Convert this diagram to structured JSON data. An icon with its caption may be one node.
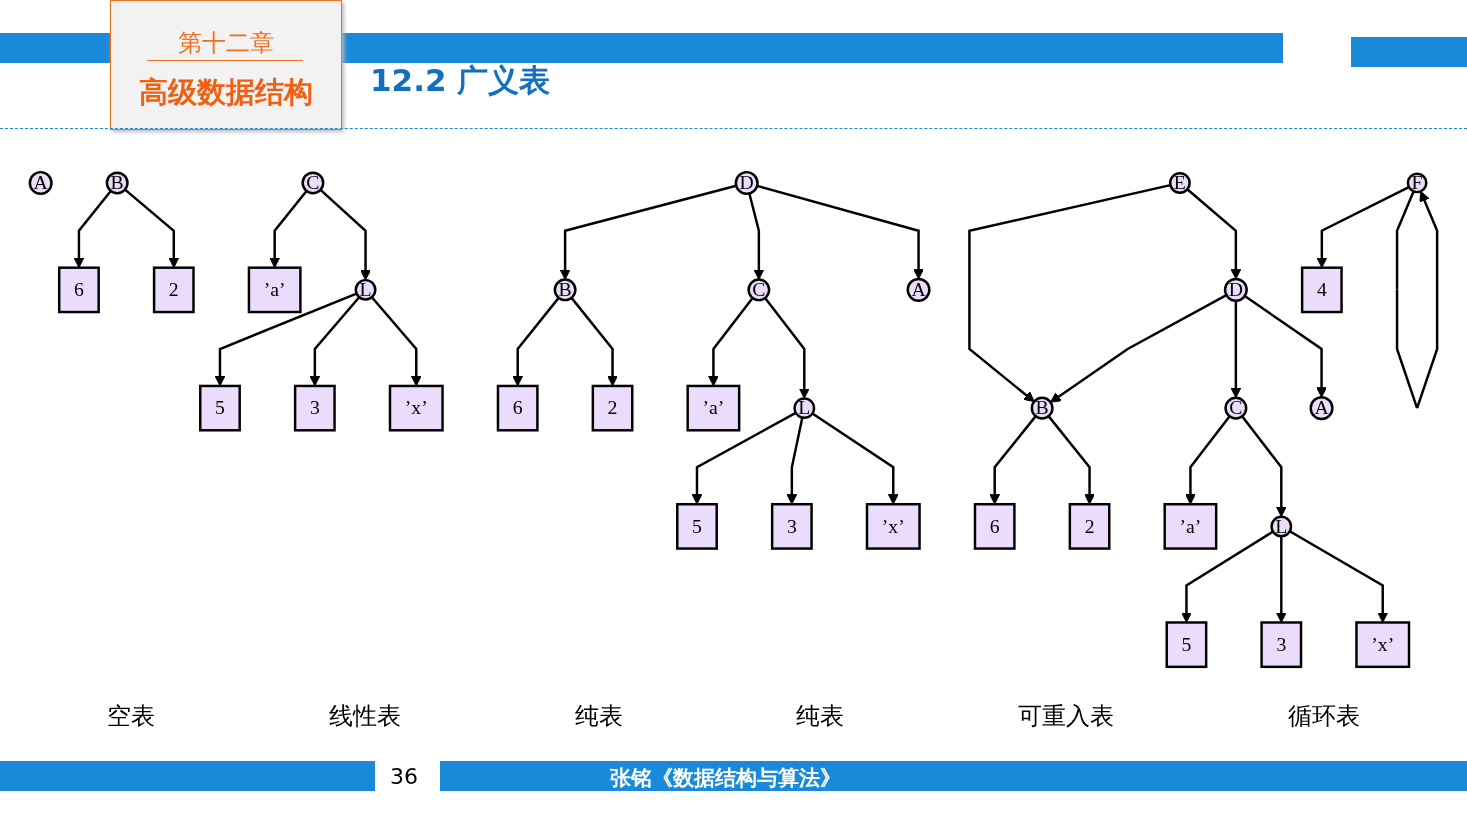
{
  "diagram": {
    "title": "12.2 广义表",
    "nodes": [
      {
        "text": [
          "A"
        ]
      },
      {
        "text": [
          "B"
        ]
      },
      {
        "text": [
          "6"
        ]
      },
      {
        "text": [
          "2"
        ]
      },
      {
        "text": [
          "C"
        ]
      },
      {
        "text": [
          "’a’"
        ]
      },
      {
        "text": [
          "L"
        ]
      },
      {
        "text": [
          "5"
        ]
      },
      {
        "text": [
          "3"
        ]
      },
      {
        "text": [
          "’x’"
        ]
      },
      {
        "text": [
          "D"
        ]
      },
      {
        "text": [
          "B"
        ]
      },
      {
        "text": [
          "C"
        ]
      },
      {
        "text": [
          "A"
        ]
      },
      {
        "text": [
          "6"
        ]
      },
      {
        "text": [
          "2"
        ]
      },
      {
        "text": [
          "’a’"
        ]
      },
      {
        "text": [
          "L"
        ]
      },
      {
        "text": [
          "5"
        ]
      },
      {
        "text": [
          "3"
        ]
      },
      {
        "text": [
          "’x’"
        ]
      },
      {
        "text": [
          "E"
        ]
      },
      {
        "text": [
          "B"
        ]
      },
      {
        "text": [
          "D"
        ]
      },
      {
        "text": [
          "6"
        ]
      },
      {
        "text": [
          "2"
        ]
      },
      {
        "text": [
          "C"
        ]
      },
      {
        "text": [
          "A"
        ]
      },
      {
        "text": [
          "’a’"
        ]
      },
      {
        "text": [
          "L"
        ]
      },
      {
        "text": [
          "5"
        ]
      },
      {
        "text": [
          "3"
        ]
      },
      {
        "text": [
          "’x’"
        ]
      },
      {
        "text": [
          "F"
        ]
      },
      {
        "text": [
          "4"
        ]
      }
    ],
    "edges": [
      {
        "from": 1,
        "to": 2,
        "arrow": "to"
      },
      {
        "from": 1,
        "to": 3,
        "arrow": "to"
      },
      {
        "from": 4,
        "to": 5,
        "arrow": "to"
      },
      {
        "from": 4,
        "to": 6,
        "arrow": "to"
      },
      {
        "from": 6,
        "to": 7,
        "arrow": "to"
      },
      {
        "from": 6,
        "to": 8,
        "arrow": "to"
      },
      {
        "from": 6,
        "to": 9,
        "arrow": "to"
      },
      {
        "from": 10,
        "to": 11,
        "arrow": "to"
      },
      {
        "from": 10,
        "to": 12,
        "arrow": "to"
      },
      {
        "from": 10,
        "to": 13,
        "arrow": "to"
      },
      {
        "from": 11,
        "to": 14,
        "arrow": "to"
      },
      {
        "from": 11,
        "to": 15,
        "arrow": "to"
      },
      {
        "from": 12,
        "to": 16,
        "arrow": "to"
      },
      {
        "from": 12,
        "to": 17,
        "arrow": "to"
      },
      {
        "from": 17,
        "to": 18,
        "arrow": "to"
      },
      {
        "from": 17,
        "to": 19,
        "arrow": "to"
      },
      {
        "from": 17,
        "to": 20,
        "arrow": "to"
      },
      {
        "from": 21,
        "to": 22,
        "arrow": "to"
      },
      {
        "from": 21,
        "to": 23,
        "arrow": "to"
      },
      {
        "from": 23,
        "to": 22,
        "arrow": "to"
      },
      {
        "from": 22,
        "to": 24,
        "arrow": "to"
      },
      {
        "from": 22,
        "to": 25,
        "arrow": "to"
      },
      {
        "from": 23,
        "to": 26,
        "arrow": "to"
      },
      {
        "from": 23,
        "to": 27,
        "arrow": "to"
      },
      {
        "from": 26,
        "to": 28,
        "arrow": "to"
      },
      {
        "from": 26,
        "to": 29,
        "arrow": "to"
      },
      {
        "from": 29,
        "to": 30,
        "arrow": "to"
      },
      {
        "from": 29,
        "to": 31,
        "arrow": "to"
      },
      {
        "from": 29,
        "to": 32,
        "arrow": "to"
      },
      {
        "from": 33,
        "to": 34,
        "arrow": "to"
      },
      {
        "from": 33,
        "to": 33,
        "arrow": "to"
      }
    ],
    "labels": [
      "第十二章",
      "高级数据结构",
      "空表",
      "线性表",
      "纯表",
      "纯表",
      "可重入表",
      "循环表",
      "36",
      "张铭《数据结构与算法》"
    ]
  }
}
